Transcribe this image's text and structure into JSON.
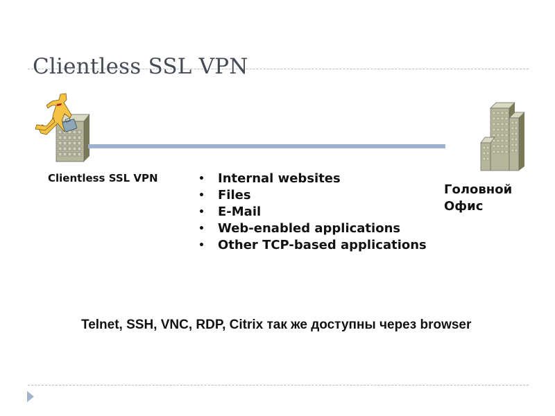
{
  "slide": {
    "title": "Clientless SSL VPN",
    "client": {
      "label": "Clientless SSL VPN",
      "icon": "remote-user-building-icon"
    },
    "headquarters": {
      "label_line1": "Головной",
      "label_line2": "Офис",
      "icon": "office-building-icon"
    },
    "connection": {
      "color": "#9db2ce"
    },
    "bullet_char": "•",
    "features": [
      "Internal websites",
      "Files",
      "E-Mail",
      "Web-enabled applications",
      "Other TCP-based applications"
    ],
    "note": "Telnet, SSH, VNC, RDP, Citrix так же доступны через browser",
    "navigation": {
      "next_icon": "play-arrow-icon"
    }
  }
}
